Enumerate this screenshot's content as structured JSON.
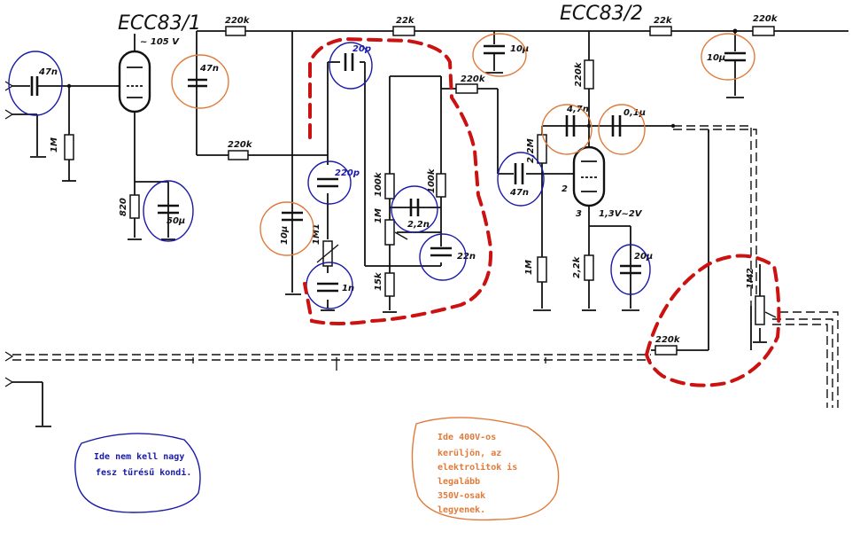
{
  "tubes": {
    "v1_title": "ECC83/1",
    "v2_title": "ECC83/2",
    "v1_voltage": "~ 105 V",
    "v2_pin_plate": "2",
    "v2_pin_cathode": "3",
    "v2_cathode_voltage": "1,3V~2V"
  },
  "components": {
    "in_cap": "47n",
    "grid_res": "1M",
    "cath1_res": "820",
    "cath1_cap": "50μ",
    "c_47n_top": "47n",
    "r_220k_top": "220k",
    "r_22k_mid": "22k",
    "r_220k_mid": "220k",
    "r_220k_a": "220k",
    "c_20p": "20p",
    "c_10u_top": "10μ",
    "c_10u_left": "10μ",
    "c_220p": "220p",
    "r_1M1": "1M1",
    "c_1n": "1n",
    "r_100k_a": "100k",
    "r_100k_b": "100k",
    "pot_1M": "1M",
    "c_2n2": "2,2n",
    "c_22n": "22n",
    "r_15k": "15k",
    "r_22k_right": "22k",
    "r_220k_right": "220k",
    "c_10u_right": "10μ",
    "r_220k_plate2": "220k",
    "c_47n_out": "4,7n",
    "c_01u": "0,1μ",
    "r_22M": "2,2M",
    "c_47n_grid2": "47n",
    "r_1M_grid2": "1M",
    "r_22k_cath2": "2,2k",
    "c_20u": "20μ",
    "r_220k_fb": "220k",
    "pot_1M2": "1M2"
  },
  "notes": {
    "blue": [
      "Ide nem kell nagy",
      "fesz tűrésű kondi."
    ],
    "orange": [
      "Ide 400V-os",
      "kerüljön, az",
      "elektrolitok is",
      "legalább",
      "350V-osak",
      "legyenek."
    ]
  },
  "colors": {
    "ink": "#111111",
    "blue_annotation": "#1a1aa8",
    "orange_annotation": "#e07a3a",
    "red_annotation": "#cc1111"
  }
}
